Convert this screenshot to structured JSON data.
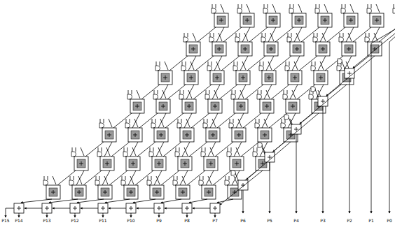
{
  "diagram": {
    "labels": [
      "P15",
      "P14",
      "P13",
      "P12",
      "P11",
      "P10",
      "P9",
      "P8",
      "P7",
      "P6",
      "P5",
      "P4",
      "P3",
      "P2",
      "P1",
      "P0"
    ]
  }
}
